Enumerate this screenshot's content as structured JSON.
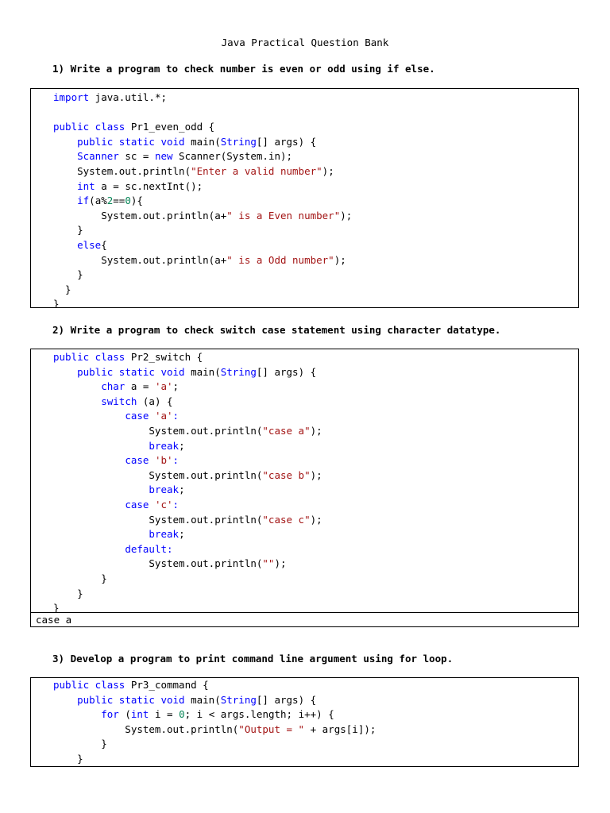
{
  "doc": {
    "title": "Java Practical Question Bank"
  },
  "colors": {
    "keyword": "#0000ff",
    "string": "#a31515",
    "number": "#098658",
    "text": "#000000"
  },
  "questions": [
    {
      "label": "1) Write a program to check number is even or odd using if else.",
      "code": [
        [
          [
            "kw",
            "import"
          ],
          [
            "pl",
            " java.util.*;"
          ]
        ],
        [],
        [
          [
            "kw",
            "public class"
          ],
          [
            "pl",
            " Pr1_even_odd {"
          ]
        ],
        [
          [
            "pl",
            "    "
          ],
          [
            "kw",
            "public static void"
          ],
          [
            "pl",
            " main("
          ],
          [
            "kw",
            "String"
          ],
          [
            "pl",
            "[] args) {"
          ]
        ],
        [
          [
            "pl",
            "    "
          ],
          [
            "kw",
            "Scanner"
          ],
          [
            "pl",
            " sc = "
          ],
          [
            "kw",
            "new"
          ],
          [
            "pl",
            " Scanner(System.in);"
          ]
        ],
        [
          [
            "pl",
            "    System.out.println("
          ],
          [
            "str",
            "\"Enter a valid number\""
          ],
          [
            "pl",
            ");"
          ]
        ],
        [
          [
            "pl",
            "    "
          ],
          [
            "kw",
            "int"
          ],
          [
            "pl",
            " a = sc.nextInt();"
          ]
        ],
        [
          [
            "pl",
            "    "
          ],
          [
            "kw",
            "if"
          ],
          [
            "pl",
            "(a%"
          ],
          [
            "num",
            "2"
          ],
          [
            "pl",
            "=="
          ],
          [
            "num",
            "0"
          ],
          [
            "pl",
            "){"
          ]
        ],
        [
          [
            "pl",
            "        System.out.println(a+"
          ],
          [
            "str",
            "\" is a Even number\""
          ],
          [
            "pl",
            ");"
          ]
        ],
        [
          [
            "pl",
            "    }"
          ]
        ],
        [
          [
            "pl",
            "    "
          ],
          [
            "kw",
            "else"
          ],
          [
            "pl",
            "{"
          ]
        ],
        [
          [
            "pl",
            "        System.out.println(a+"
          ],
          [
            "str",
            "\" is a Odd number\""
          ],
          [
            "pl",
            ");"
          ]
        ],
        [
          [
            "pl",
            "    }"
          ]
        ],
        [
          [
            "pl",
            "  }"
          ]
        ],
        [
          [
            "pl",
            "}"
          ]
        ]
      ]
    },
    {
      "label": "2) Write a program to check switch case statement using character datatype.",
      "code": [
        [
          [
            "kw",
            "public class"
          ],
          [
            "pl",
            " Pr2_switch {"
          ]
        ],
        [
          [
            "pl",
            "    "
          ],
          [
            "kw",
            "public static void"
          ],
          [
            "pl",
            " main("
          ],
          [
            "kw",
            "String"
          ],
          [
            "pl",
            "[] args) {"
          ]
        ],
        [
          [
            "pl",
            "        "
          ],
          [
            "kw",
            "char"
          ],
          [
            "pl",
            " a = "
          ],
          [
            "str",
            "'a'"
          ],
          [
            "pl",
            ";"
          ]
        ],
        [
          [
            "pl",
            "        "
          ],
          [
            "kw",
            "switch"
          ],
          [
            "pl",
            " (a) {"
          ]
        ],
        [
          [
            "pl",
            "            "
          ],
          [
            "kw",
            "case"
          ],
          [
            "pl",
            " "
          ],
          [
            "str",
            "'a'"
          ],
          [
            "kw",
            ":"
          ]
        ],
        [
          [
            "pl",
            "                System.out.println("
          ],
          [
            "str",
            "\"case a\""
          ],
          [
            "pl",
            ");"
          ]
        ],
        [
          [
            "pl",
            "                "
          ],
          [
            "kw",
            "break"
          ],
          [
            "pl",
            ";"
          ]
        ],
        [
          [
            "pl",
            "            "
          ],
          [
            "kw",
            "case"
          ],
          [
            "pl",
            " "
          ],
          [
            "str",
            "'b'"
          ],
          [
            "kw",
            ":"
          ]
        ],
        [
          [
            "pl",
            "                System.out.println("
          ],
          [
            "str",
            "\"case b\""
          ],
          [
            "pl",
            ");"
          ]
        ],
        [
          [
            "pl",
            "                "
          ],
          [
            "kw",
            "break"
          ],
          [
            "pl",
            ";"
          ]
        ],
        [
          [
            "pl",
            "            "
          ],
          [
            "kw",
            "case"
          ],
          [
            "pl",
            " "
          ],
          [
            "str",
            "'c'"
          ],
          [
            "kw",
            ":"
          ]
        ],
        [
          [
            "pl",
            "                System.out.println("
          ],
          [
            "str",
            "\"case c\""
          ],
          [
            "pl",
            ");"
          ]
        ],
        [
          [
            "pl",
            "                "
          ],
          [
            "kw",
            "break"
          ],
          [
            "pl",
            ";"
          ]
        ],
        [
          [
            "pl",
            "            "
          ],
          [
            "kw",
            "default:"
          ]
        ],
        [
          [
            "pl",
            "                System.out.println("
          ],
          [
            "str",
            "\"\""
          ],
          [
            "pl",
            ");"
          ]
        ],
        [
          [
            "pl",
            "        }"
          ]
        ],
        [
          [
            "pl",
            "    }"
          ]
        ],
        [
          [
            "pl",
            "}"
          ]
        ]
      ],
      "output": "case a"
    },
    {
      "label": "3) Develop a program to print command line argument using for loop.",
      "code": [
        [
          [
            "kw",
            "public class"
          ],
          [
            "pl",
            " Pr3_command {"
          ]
        ],
        [
          [
            "pl",
            "    "
          ],
          [
            "kw",
            "public static void"
          ],
          [
            "pl",
            " main("
          ],
          [
            "kw",
            "String"
          ],
          [
            "pl",
            "[] args) {"
          ]
        ],
        [
          [
            "pl",
            "        "
          ],
          [
            "kw",
            "for"
          ],
          [
            "pl",
            " ("
          ],
          [
            "kw",
            "int"
          ],
          [
            "pl",
            " i = "
          ],
          [
            "num",
            "0"
          ],
          [
            "pl",
            "; i < args.length; i++) {"
          ]
        ],
        [
          [
            "pl",
            "            System.out.println("
          ],
          [
            "str",
            "\"Output = \""
          ],
          [
            "pl",
            " + args[i]);"
          ]
        ],
        [
          [
            "pl",
            "        }"
          ]
        ],
        [
          [
            "pl",
            "    }"
          ]
        ]
      ]
    }
  ]
}
